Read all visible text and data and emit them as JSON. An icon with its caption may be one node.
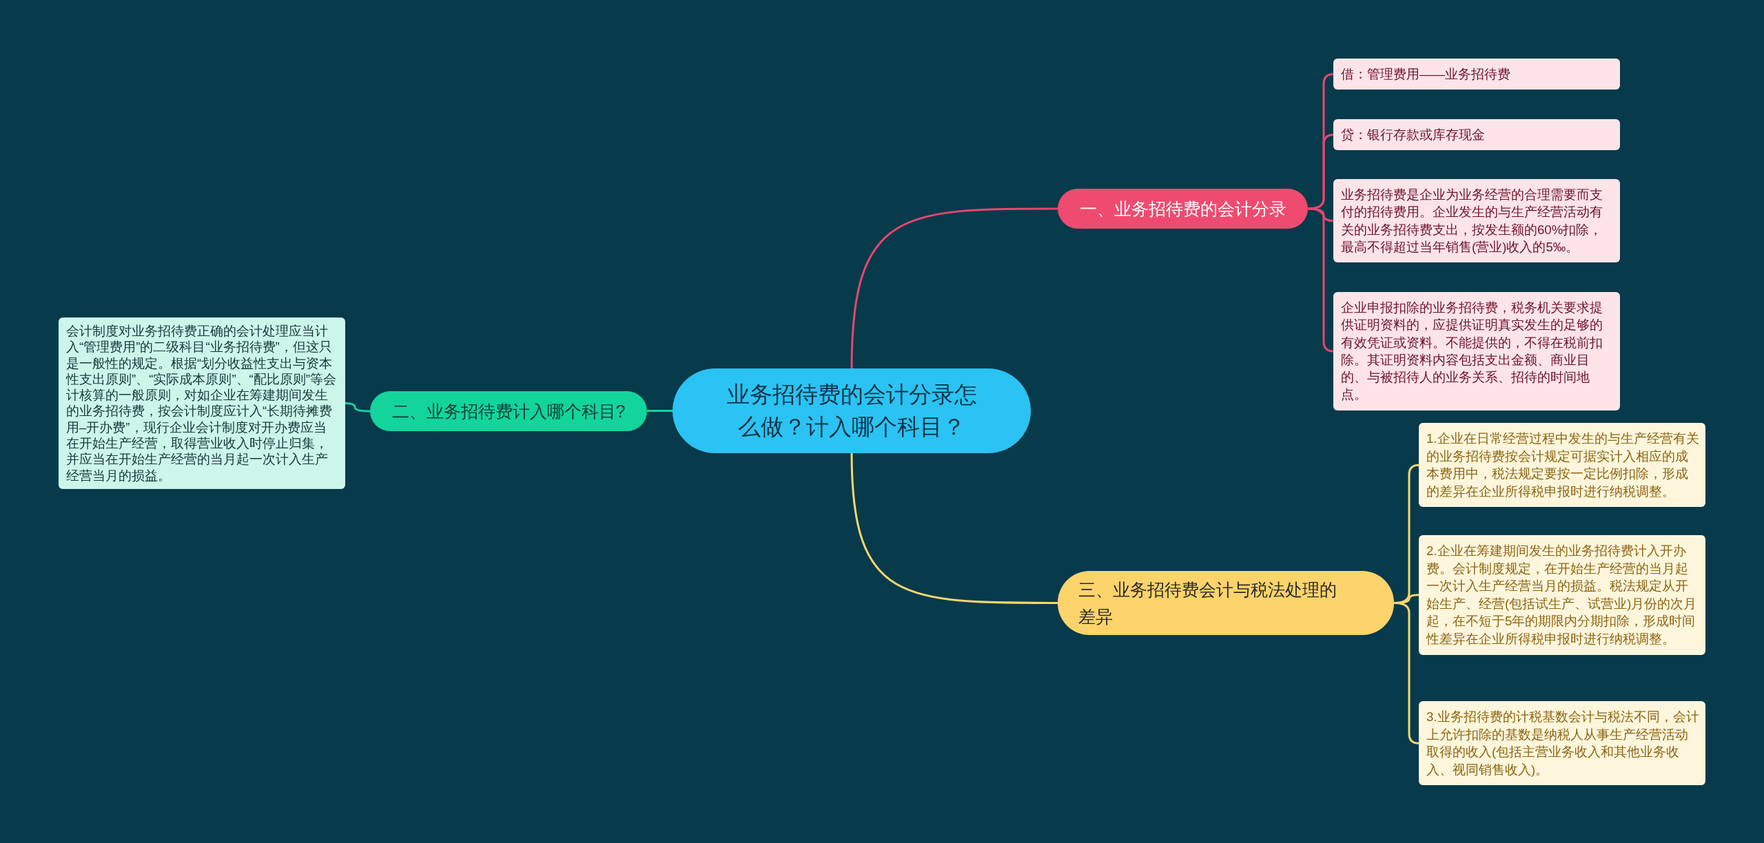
{
  "diagram": {
    "nodes": [
      {
        "text": [
          "业务招待费的会计分录怎么做？计入哪个科目？"
        ]
      },
      {
        "text": [
          "一、业务招待费的会计分录"
        ]
      },
      {
        "text": [
          "借：管理费用——业务招待费"
        ]
      },
      {
        "text": [
          "贷：银行存款或库存现金"
        ]
      },
      {
        "text": [
          "业务招待费是企业为业务经营的合理需要而支付的招待费用。企业发生的与生产经营活动有关的业务招待费支出，按发生额的60%扣除，最高不得超过当年销售(营业)收入的5‰。"
        ]
      },
      {
        "text": [
          "企业申报扣除的业务招待费，税务机关要求提供证明资料的，应提供证明真实发生的足够的有效凭证或资料。不能提供的，不得在税前扣除。其证明资料内容包括支出金额、商业目的、与被招待人的业务关系、招待的时间地点。"
        ]
      },
      {
        "text": [
          "二、业务招待费计入哪个科目?"
        ]
      },
      {
        "text": [
          "会计制度对业务招待费正确的会计处理应当计入“管理费用”的二级科目“业务招待费”，但这只是一般性的规定。根据“划分收益性支出与资本性支出原则”、“实际成本原则”、“配比原则”等会计核算的一般原则，对如企业在筹建期间发生的业务招待费，按会计制度应计入“长期待摊费用–开办费”，现行企业会计制度对开办费应当在开始生产经营，取得营业收入时停止归集，并应当在开始生产经营的当月起一次计入生产经营当月的损益。"
        ]
      },
      {
        "text": [
          "三、业务招待费会计与税法处理的差异"
        ]
      },
      {
        "text": [
          "1.企业在日常经营过程中发生的与生产经营有关的业务招待费按会计规定可据实计入相应的成本费用中，税法规定要按一定比例扣除，形成的差异在企业所得税申报时进行纳税调整。"
        ]
      },
      {
        "text": [
          "2.企业在筹建期间发生的业务招待费计入开办费。会计制度规定，在开始生产经营的当月起一次计入生产经营当月的损益。税法规定从开始生产、经营(包括试生产、试营业)月份的次月起，在不短于5年的期限内分期扣除，形成时间性差异在企业所得税申报时进行纳税调整。"
        ]
      },
      {
        "text": [
          "3.业务招待费的计税基数会计与税法不同，会计上允许扣除的基数是纳税人从事生产经营活动取得的收入(包括主营业务收入和其他业务收入、视同销售收入)。"
        ]
      }
    ],
    "edges": [
      {
        "from": 0,
        "to": 1,
        "arrow": "none",
        "color": "#e8466f"
      },
      {
        "from": 1,
        "to": 2,
        "arrow": "none",
        "color": "#e8466f"
      },
      {
        "from": 1,
        "to": 3,
        "arrow": "none",
        "color": "#e8466f"
      },
      {
        "from": 1,
        "to": 4,
        "arrow": "none",
        "color": "#e8466f"
      },
      {
        "from": 1,
        "to": 5,
        "arrow": "none",
        "color": "#e8466f"
      },
      {
        "from": 0,
        "to": 6,
        "arrow": "none",
        "color": "#15d29b"
      },
      {
        "from": 6,
        "to": 7,
        "arrow": "none",
        "color": "#15d29b"
      },
      {
        "from": 0,
        "to": 8,
        "arrow": "none",
        "color": "#f8d66d"
      },
      {
        "from": 8,
        "to": 9,
        "arrow": "none",
        "color": "#f8d66d"
      },
      {
        "from": 8,
        "to": 10,
        "arrow": "none",
        "color": "#f8d66d"
      },
      {
        "from": 8,
        "to": 11,
        "arrow": "none",
        "color": "#f8d66d"
      }
    ]
  }
}
